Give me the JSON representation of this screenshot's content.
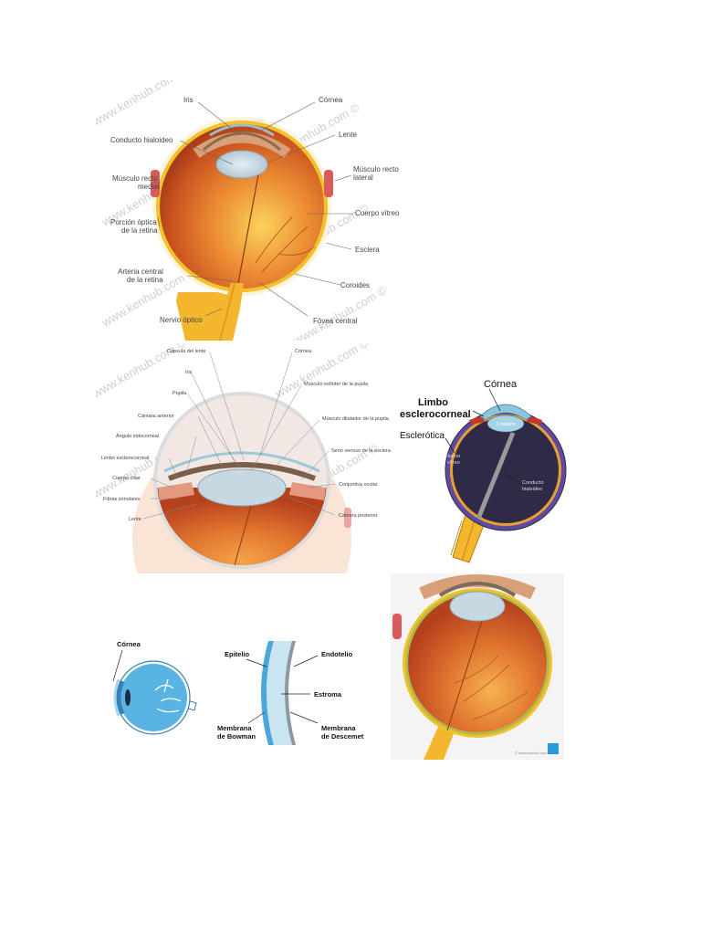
{
  "watermark": "www.kenhub.com ©",
  "diagram1": {
    "labels": {
      "iris": "Iris",
      "cornea": "Córnea",
      "conducto": "Conducto hialoideo",
      "lente": "Lente",
      "mrm1": "Músculo recto",
      "mrm2": "medial",
      "mrl1": "Músculo recto",
      "mrl2": "lateral",
      "porcion1": "Porción óptica",
      "porcion2": "de la retina",
      "vitreo": "Cuerpo vítreo",
      "esclera": "Esclera",
      "arteria1": "Arteria central",
      "arteria2": "de la retina",
      "coroides": "Coroides",
      "nervio": "Nervio óptico",
      "fovea": "Fóvea central"
    }
  },
  "diagram2": {
    "labels": {
      "capsula": "Cápsula del lente",
      "iris": "Iris",
      "pupila": "Pupila",
      "camara_ant": "Cámara anterior",
      "angulo": "Ángulo iridocorneal",
      "limbo": "Limbo esclerocorneal",
      "cuerpo_ciliar": "Cuerpo ciliar",
      "fibras": "Fibras zonulares",
      "lente": "Lente",
      "cornea": "Córnea",
      "esfinter": "Músculo esfínter de la pupila",
      "dilatador": "Músculo dilatador de la pupila",
      "seno": "Seno venoso de la esclera",
      "conjuntiva": "Conjuntiva ocular",
      "camara_post": "Cámara posterior"
    }
  },
  "diagram3": {
    "labels": {
      "cornea": "Córnea",
      "limbo1": "Limbo",
      "limbo2": "esclerocorneal",
      "esclerotica": "Esclerótica",
      "cristalino": "Cristalino",
      "humor1": "Humor",
      "humor2": "vítreo",
      "conducto1": "Conducto",
      "conducto2": "hialoideo"
    }
  },
  "diagram4": {
    "labels": {
      "cornea": "Córnea"
    }
  },
  "diagram5": {
    "labels": {
      "epitelio": "Epitelio",
      "endotelio": "Endotelio",
      "estroma": "Estroma",
      "bowman1": "Membrana",
      "bowman2": "de Bowman",
      "descemet1": "Membrana",
      "descemet2": "de Descemet"
    }
  },
  "diagram6": {
    "credit": "© www.kenhub.com"
  },
  "colors": {
    "eye_orange": "#e0742f",
    "eye_dark": "#b5401c",
    "retina_yellow": "#f2c22a",
    "lens_blue": "#bcd3df",
    "cornea_blue": "#8fc4dd",
    "schematic_purple": "#5e4a9e",
    "schematic_dark": "#2f2a45",
    "kenhub_blue": "#2a9ad6"
  }
}
